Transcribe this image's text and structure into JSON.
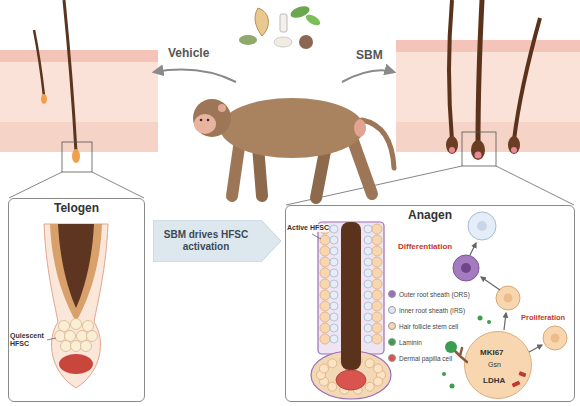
{
  "diagram": {
    "nodes": [
      {
        "text": [
          "Telogen"
        ]
      },
      {
        "text": [
          "SBM drives HFSC activation"
        ]
      },
      {
        "text": [
          "Anagen"
        ]
      },
      {
        "text": [
          "MKI67",
          "Gsn",
          "LDHA"
        ],
        "in": 2
      }
    ],
    "labels": [
      "Vehicle",
      "SBM",
      "Quiescent HFSC",
      "Active HFSC",
      "Differentiation",
      "Proliferation"
    ],
    "legend": [
      {
        "text": "Outer root sheath (ORS)",
        "color": "#9b6fb5"
      },
      {
        "text": "Inner root sheath (IRS)",
        "color": "#dce8f6"
      },
      {
        "text": "Hair follicle stem cell",
        "color": "#f8d7b0"
      },
      {
        "text": "Laminin",
        "color": "#3a9d4f"
      },
      {
        "text": "Dermal papilla cell",
        "color": "#d9534f"
      }
    ]
  }
}
